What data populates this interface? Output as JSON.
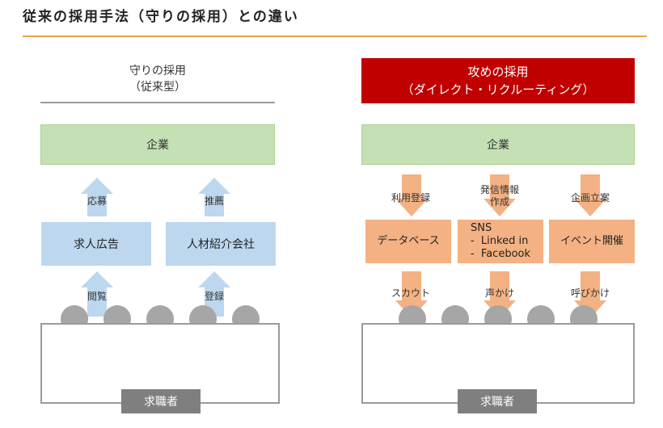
{
  "title": "従来の採用手法（守りの採用）との違い",
  "left": {
    "header_line1": "守りの採用",
    "header_line2": "（従来型）",
    "company": "企業",
    "channels": [
      "求人広告",
      "人材紹介会社"
    ],
    "arrows_up_top": [
      "応募",
      "推薦"
    ],
    "arrows_up_bottom": [
      "閲覧",
      "登録"
    ],
    "seekers": "求職者"
  },
  "right": {
    "header_line1": "攻めの採用",
    "header_line2": "（ダイレクト・リクルーティング）",
    "company": "企業",
    "actions_top": [
      "利用登録",
      "発信情報\n作成",
      "企画立案"
    ],
    "channels": [
      "データベース",
      "SNS\n-  Linked in\n-  Facebook",
      "イベント開催"
    ],
    "actions_bottom": [
      "スカウト",
      "声かけ",
      "呼びかけ"
    ],
    "seekers": "求職者"
  },
  "colors": {
    "accent_rule": "#e6a34a",
    "attack_header": "#c00000",
    "company_fill": "#c5e0b4",
    "passive_channel": "#bdd7ee",
    "active_channel": "#f4b183",
    "person": "#a6a6a6"
  }
}
